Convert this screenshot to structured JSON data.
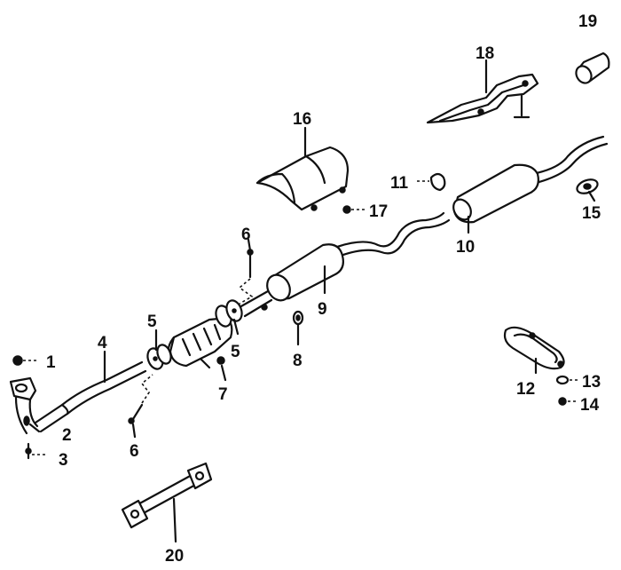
{
  "callouts": [
    {
      "id": "c1",
      "text": "1"
    },
    {
      "id": "c2",
      "text": "2"
    },
    {
      "id": "c3",
      "text": "3"
    },
    {
      "id": "c4",
      "text": "4"
    },
    {
      "id": "c5a",
      "text": "5"
    },
    {
      "id": "c5b",
      "text": "5"
    },
    {
      "id": "c6a",
      "text": "6"
    },
    {
      "id": "c6b",
      "text": "6"
    },
    {
      "id": "c7",
      "text": "7"
    },
    {
      "id": "c8",
      "text": "8"
    },
    {
      "id": "c9",
      "text": "9"
    },
    {
      "id": "c10",
      "text": "10"
    },
    {
      "id": "c11",
      "text": "11"
    },
    {
      "id": "c12",
      "text": "12"
    },
    {
      "id": "c13",
      "text": "13"
    },
    {
      "id": "c14",
      "text": "14"
    },
    {
      "id": "c15",
      "text": "15"
    },
    {
      "id": "c16",
      "text": "16"
    },
    {
      "id": "c17",
      "text": "17"
    },
    {
      "id": "c18",
      "text": "18"
    },
    {
      "id": "c19",
      "text": "19"
    },
    {
      "id": "c20",
      "text": "20"
    }
  ],
  "colors": {
    "ink": "#111111",
    "background": "#ffffff"
  }
}
